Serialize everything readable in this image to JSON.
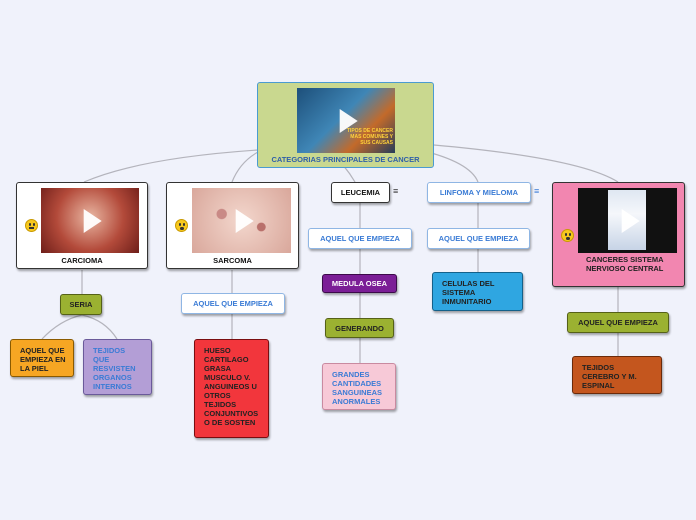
{
  "root": {
    "label": "CATEGORIAS PRINCIPALES DE CANCER",
    "thumb_text": "TIPOS DE CANCER MAS COMUNES Y SUS CAUSAS"
  },
  "carcioma": {
    "title": "CARCIOMA",
    "child": "SERIA",
    "leaf1": "AQUEL QUE EMPIEZA EN LA PIEL",
    "leaf2": "TEJIDOS QUE RESVISTEN ORGANOS INTERNOS"
  },
  "sarcoma": {
    "title": "SARCOMA",
    "child": "AQUEL QUE EMPIEZA",
    "leaf": "HUESO CARTILAGO GRASA MUSCULO V. ANGUINEOS U OTROS TEJIDOS CONJUNTIVOS O DE SOSTEN"
  },
  "leucemia": {
    "title": "LEUCEMIA",
    "child": "AQUEL QUE EMPIEZA",
    "child2": "MEDULA OSEA",
    "child3": "GENERANDO",
    "leaf": "GRANDES CANTIDADES SANGUINEAS ANORMALES"
  },
  "linfoma": {
    "title": "LINFOMA Y MIELOMA",
    "child": "AQUEL QUE EMPIEZA",
    "leaf": "CELULAS DEL SISTEMA INMUNITARIO"
  },
  "snc": {
    "title": "CANCERES SISTEMA NERVIOSO CENTRAL",
    "child": "AQUEL QUE EMPIEZA",
    "leaf": "TEJIDOS CEREBRO Y M. ESPINAL"
  },
  "menu_glyph": "≡",
  "colors": {
    "root_bg": "#c9d88f",
    "olive": "#9bb131",
    "orange": "#f6a623",
    "lavender": "#b39ed6",
    "red": "#f2363c",
    "purple": "#7b1e96",
    "pink_light": "#f7c9d7",
    "blue": "#2fa6e1",
    "pink": "#f286b0",
    "brown": "#c4561e",
    "link_blue": "#3a7bd5"
  }
}
